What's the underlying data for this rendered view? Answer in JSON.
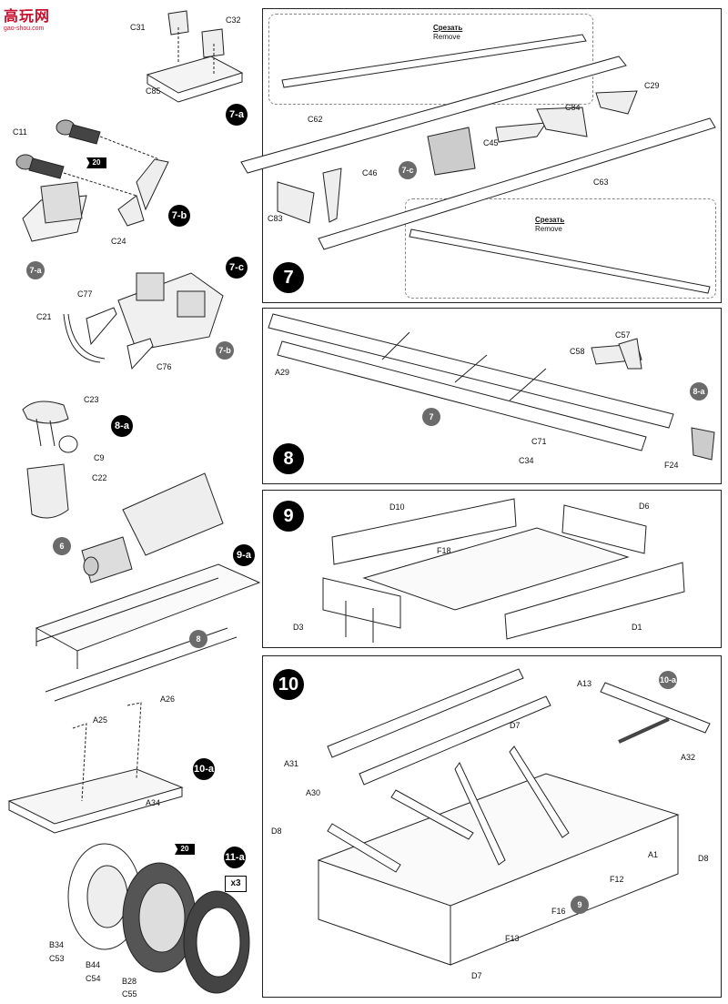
{
  "logo": {
    "main": "高玩网",
    "sub": "gao-shou.com"
  },
  "steps": {
    "s7": "7",
    "s8": "8",
    "s9": "9",
    "s10": "10",
    "s7a": "7-a",
    "s7b": "7-b",
    "s7c": "7-c",
    "s8a": "8-a",
    "s9a": "9-a",
    "s10a": "10-a",
    "s11a": "11-a"
  },
  "refs": {
    "r7a": "7-a",
    "r7b": "7-b",
    "r7c": "7-c",
    "r6": "6",
    "r8": "8",
    "r7": "7",
    "r8a": "8-a",
    "r9": "9",
    "r10a": "10-a"
  },
  "flags": {
    "f20a": "20",
    "f20b": "20"
  },
  "multiplier": "x3",
  "cut_notes": {
    "top": {
      "ru": "Срезать",
      "en": "Remove"
    },
    "bottom": {
      "ru": "Срезать",
      "en": "Remove"
    }
  },
  "labels": {
    "C31": "C31",
    "C32": "C32",
    "C85": "C85",
    "C11": "C11",
    "C24": "C24",
    "C77": "C77",
    "C21": "C21",
    "C76": "C76",
    "C23": "C23",
    "C9": "C9",
    "C22": "C22",
    "A25": "A25",
    "A26": "A26",
    "A34": "A34",
    "B34": "B34",
    "C53": "C53",
    "B44": "B44",
    "C54": "C54",
    "B28": "B28",
    "C55": "C55",
    "C62": "C62",
    "C46": "C46",
    "C83": "C83",
    "C84": "C84",
    "C29": "C29",
    "C45": "C45",
    "C63": "C63",
    "A29": "A29",
    "C57": "C57",
    "C58": "C58",
    "C71": "C71",
    "C34": "C34",
    "F24": "F24",
    "D10": "D10",
    "D6": "D6",
    "F18": "F18",
    "D3": "D3",
    "D1": "D1",
    "A13": "A13",
    "A31": "A31",
    "D7a": "D7",
    "A30": "A30",
    "A32": "A32",
    "D8a": "D8",
    "D8b": "D8",
    "A1": "A1",
    "F12": "F12",
    "F16": "F16",
    "F13": "F13",
    "D7b": "D7"
  }
}
